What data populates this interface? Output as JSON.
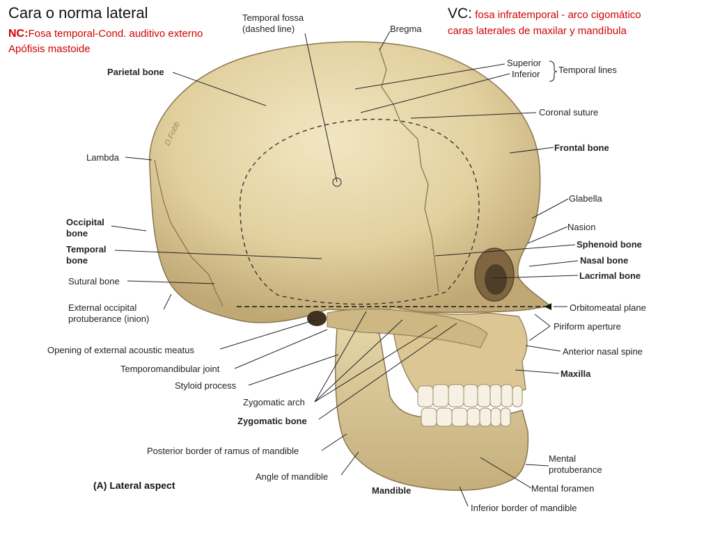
{
  "header": {
    "title": "Cara o norma lateral",
    "nc_prefix": "NC:",
    "nc_text": "Fosa temporal-Cond. auditivo externo",
    "nc_line2": "Apófisis mastoide",
    "vc_prefix": "VC:",
    "vc_text1": "fosa infratemporal - arco cigomático",
    "vc_text2": "caras laterales de maxilar y mandíbula"
  },
  "labels": {
    "temporal_fossa": "Temporal fossa",
    "dashed_line": "(dashed line)",
    "bregma": "Bregma",
    "superior": "Superior",
    "inferior": "Inferior",
    "temporal_lines": "Temporal lines",
    "parietal_bone": "Parietal bone",
    "coronal_suture": "Coronal suture",
    "frontal_bone": "Frontal bone",
    "lambda": "Lambda",
    "glabella": "Glabella",
    "occipital_bone_1": "Occipital",
    "occipital_bone_2": "bone",
    "nasion": "Nasion",
    "temporal_bone_1": "Temporal",
    "temporal_bone_2": "bone",
    "sphenoid_bone": "Sphenoid bone",
    "nasal_bone": "Nasal bone",
    "sutural_bone": "Sutural bone",
    "lacrimal_bone": "Lacrimal bone",
    "ext_occ_1": "External occipital",
    "ext_occ_2": "protuberance (inion)",
    "orbitomeatal_plane": "Orbitomeatal plane",
    "piriform_aperture": "Piriform aperture",
    "opening_eam": "Opening of external acoustic meatus",
    "anterior_nasal_spine": "Anterior nasal spine",
    "tmj": "Temporomandibular joint",
    "maxilla": "Maxilla",
    "styloid_process": "Styloid process",
    "zygomatic_arch": "Zygomatic arch",
    "zygomatic_bone": "Zygomatic bone",
    "posterior_border_ramus": "Posterior border of ramus of mandible",
    "mental_protuberance_1": "Mental",
    "mental_protuberance_2": "protuberance",
    "angle_of_mandible": "Angle of mandible",
    "mental_foramen": "Mental foramen",
    "mandible": "Mandible",
    "inferior_border_mandible": "Inferior border of mandible",
    "signature": "D.Fobb"
  },
  "caption": "(A) Lateral aspect",
  "colors": {
    "header_red": "#d00000",
    "bone": "#e3d2a3",
    "bone_shadow": "#b9a374",
    "leader": "#222222"
  }
}
